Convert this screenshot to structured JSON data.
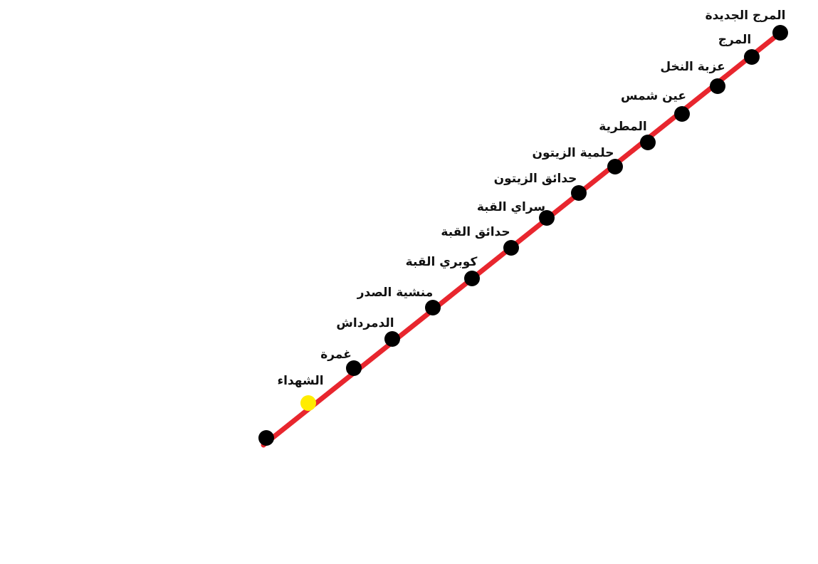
{
  "line": {
    "color": "#e8262e"
  },
  "station_colors": {
    "regular": "#000000",
    "highlighted": "#ffec00"
  },
  "stations": [
    {
      "label": "",
      "highlighted": false
    },
    {
      "label": "الشهداء",
      "highlighted": true
    },
    {
      "label": "غمرة",
      "highlighted": false
    },
    {
      "label": "الدمرداش",
      "highlighted": false
    },
    {
      "label": "منشية الصدر",
      "highlighted": false
    },
    {
      "label": "كوبري القبة",
      "highlighted": false
    },
    {
      "label": "حدائق القبة",
      "highlighted": false
    },
    {
      "label": "سراي القبة",
      "highlighted": false
    },
    {
      "label": "حدائق الزيتون",
      "highlighted": false
    },
    {
      "label": "حلمية الزيتون",
      "highlighted": false
    },
    {
      "label": "المطرية",
      "highlighted": false
    },
    {
      "label": "عين شمس",
      "highlighted": false
    },
    {
      "label": "عزبة النخل",
      "highlighted": false
    },
    {
      "label": "المرج",
      "highlighted": false
    },
    {
      "label": "المرج الجديدة",
      "highlighted": false
    }
  ]
}
